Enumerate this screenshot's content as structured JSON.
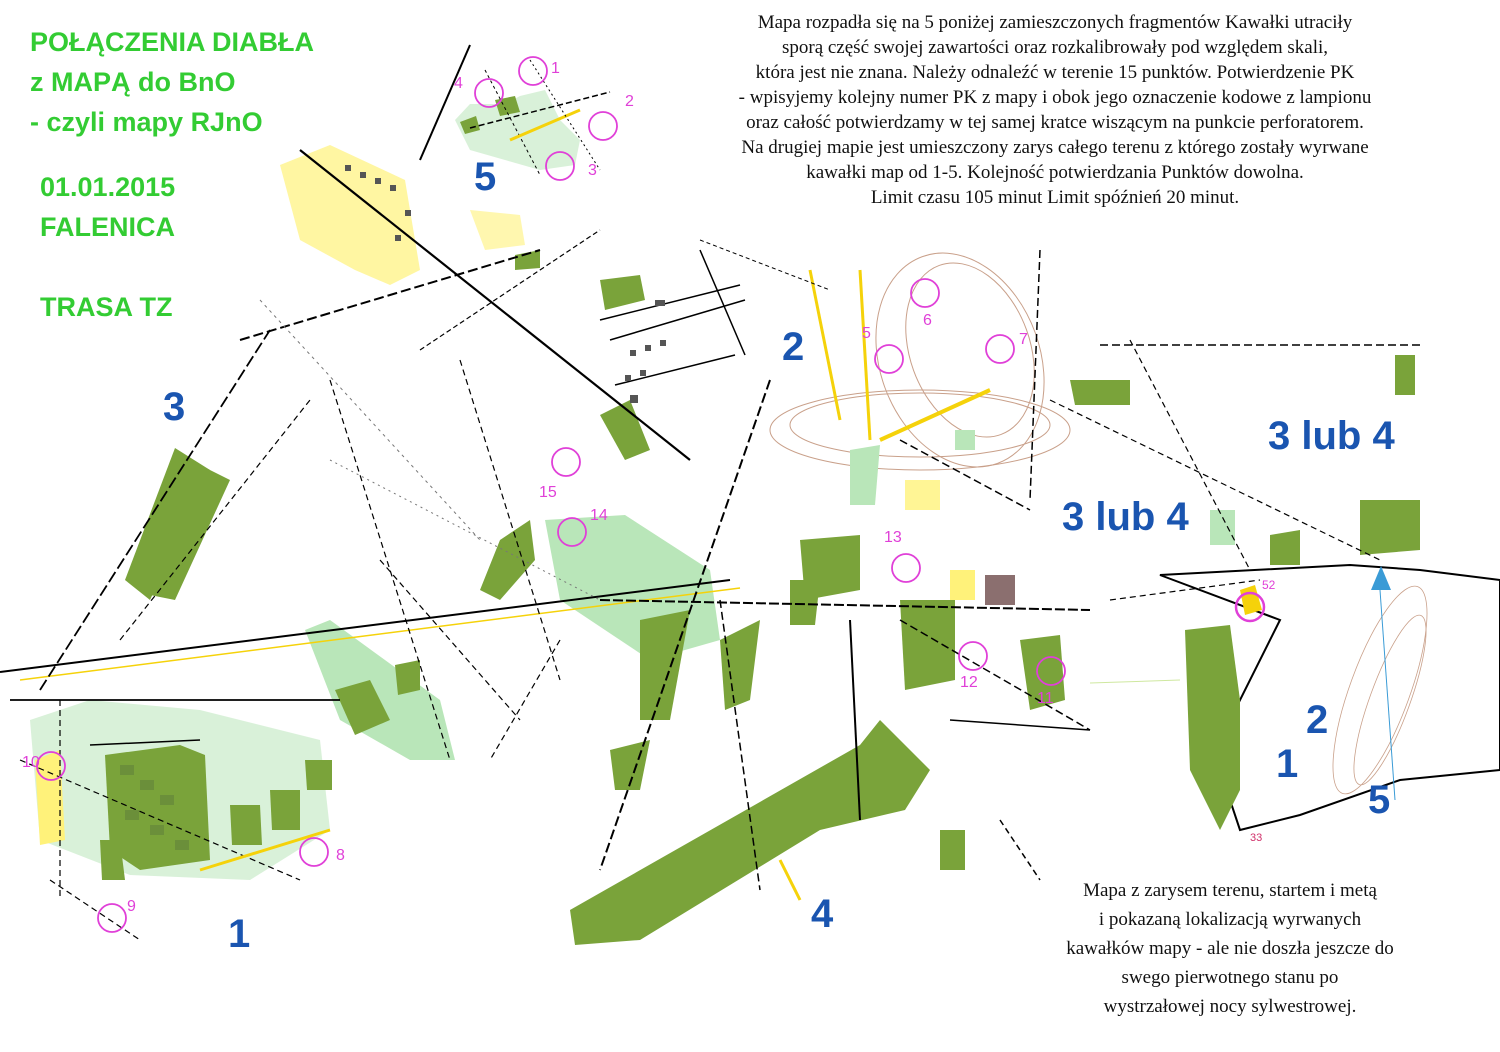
{
  "title": {
    "line1": "POŁĄCZENIA DIABŁA",
    "line2": "z MAPĄ do BnO",
    "line3": "- czyli mapy RJnO"
  },
  "event": {
    "date": "01.01.2015",
    "place": "FALENICA",
    "course": "TRASA TZ"
  },
  "description": [
    "Mapa rozpadła się na 5 poniżej zamieszczonych fragmentów Kawałki utraciły",
    "sporą część swojej zawartości oraz rozkalibrowały  pod względem skali,",
    "która jest nie znana. Należy odnaleźć w terenie 15 punktów. Potwierdzenie PK",
    "- wpisyjemy kolejny numer PK z mapy i obok jego oznaczenie kodowe z lampionu",
    "oraz całość potwierdzamy w tej samej kratce wiszącym na punkcie perforatorem.",
    "Na drugiej mapie jest umieszczony zarys całego terenu z którego zostały wyrwane",
    "kawałki map od 1-5. Kolejność potwierdzania Punktów dowolna.",
    "Limit czasu 105 minut Limit spóźnień 20 minut."
  ],
  "overview_caption": [
    "Mapa z zarysem terenu, startem i metą",
    "i pokazaną lokalizacją wyrwanych",
    "kawałków mapy - ale nie doszła jeszcze do",
    "swego pierwotnego stanu po",
    "wystrzałowej nocy sylwestrowej."
  ],
  "fragment_labels": [
    "5",
    "3",
    "2",
    "1",
    "4",
    "3 lub 4",
    "3 lub 4",
    "2",
    "1",
    "5"
  ],
  "control_numbers": [
    "1",
    "2",
    "3",
    "4",
    "5",
    "6",
    "7",
    "8",
    "9",
    "10",
    "11",
    "12",
    "13",
    "14",
    "15"
  ],
  "overview_small_labels": [
    "52",
    "33"
  ],
  "colors": {
    "title_green": "#33cc33",
    "fragment_blue": "#1a55b0",
    "control_magenta": "#e040d8",
    "forest_dark": "#7aa33a",
    "open_light": "#b9e6b9",
    "yellow_open": "#fff27a",
    "contour_brown": "#c9a08a"
  },
  "icons": [
    "start-triangle-icon"
  ]
}
